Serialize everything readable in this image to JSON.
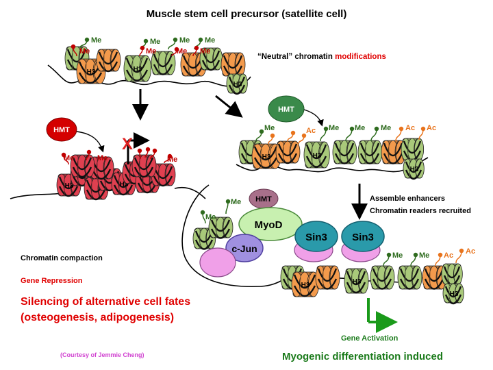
{
  "title": "Muscle stem cell precursor (satellite cell)",
  "neutral_label": "“Neutral” chromatin",
  "neutral_highlight": "modifications",
  "hmt": "HMT",
  "me": "Me",
  "ac": "Ac",
  "h3": "H3",
  "x_mark": "X",
  "myod": "MyoD",
  "cjun": "c-Jun",
  "sin3": "Sin3",
  "enhancers_line1": "Assemble enhancers",
  "enhancers_line2": "Chromatin readers recruited",
  "chromatin_compaction": "Chromatin compaction",
  "gene_repression": "Gene Repression",
  "silencing_line1": "Silencing of alternative cell fates",
  "silencing_line2": "(osteogenesis, adipogenesis)",
  "courtesy": "(Courtesy of Jemmie Cheng)",
  "gene_activation": "Gene Activation",
  "myogenic": "Myogenic differentiation induced",
  "colors": {
    "green_nucleosome": "#a9c97a",
    "orange_nucleosome": "#f39a4c",
    "red_nucleosome": "#e04050",
    "methyl_green": "#2e6b1e",
    "methyl_red": "#c00000",
    "acetyl_orange": "#e8731c",
    "hmt_red": "#d40000",
    "hmt_green": "#3a8a4a",
    "hmt_mauve": "#a8708a",
    "myod_green": "#c8f0b0",
    "cjun_purple": "#a090e0",
    "sin3_teal": "#2a9aaa",
    "pink": "#f0a0e8",
    "text_red": "#e00000",
    "text_green": "#1a7a1a",
    "courtesy_magenta": "#d040d0"
  }
}
